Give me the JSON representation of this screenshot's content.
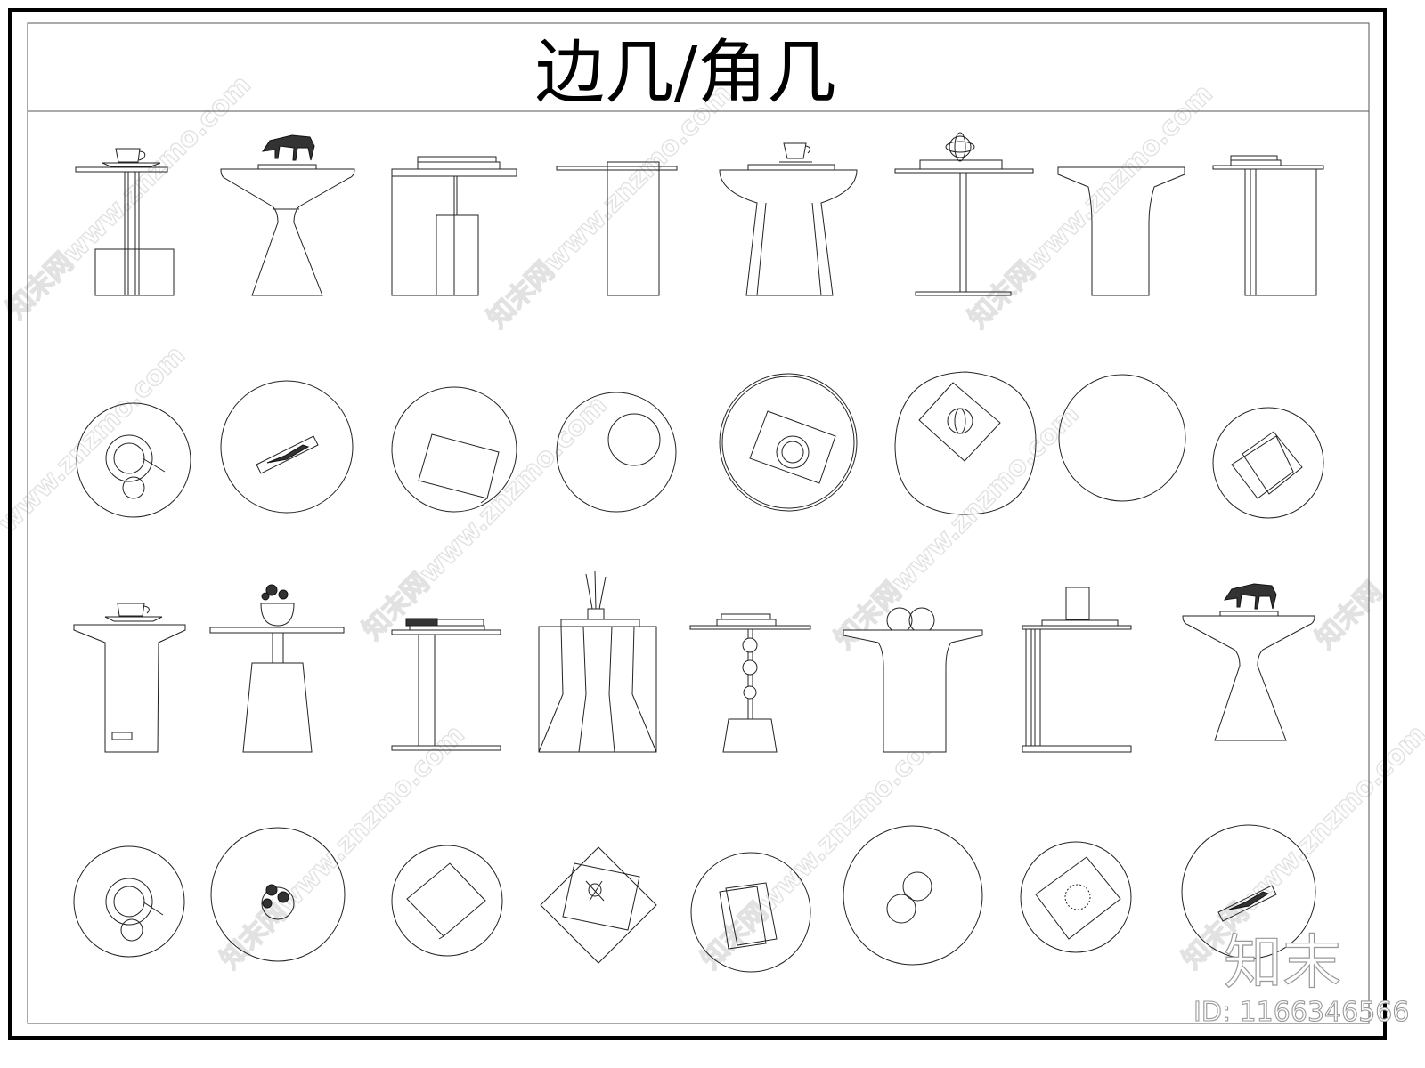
{
  "title": "边几/角几",
  "watermark": {
    "site_text": "知末网www.znzmo.com",
    "logo_text": "知末",
    "id_text": "ID: 1166346566"
  },
  "sheet": {
    "rows": [
      {
        "view": "elevation",
        "count": 8
      },
      {
        "view": "plan",
        "count": 8
      },
      {
        "view": "elevation",
        "count": 8
      },
      {
        "view": "plan",
        "count": 8
      }
    ]
  },
  "colors": {
    "line": "#222222",
    "background": "#ffffff",
    "watermark": "#999999"
  }
}
